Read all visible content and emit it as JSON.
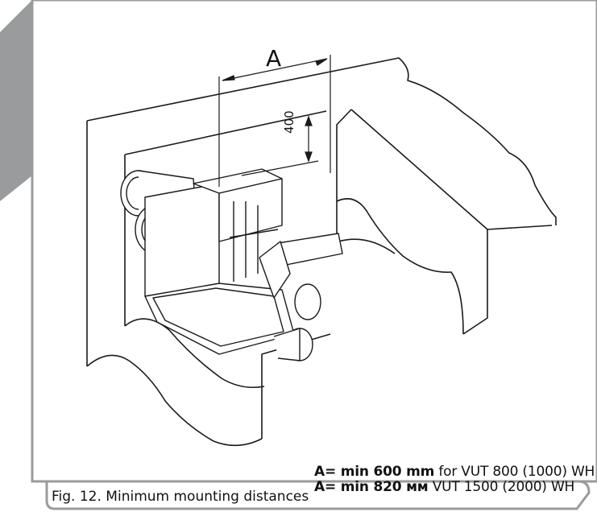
{
  "figure": {
    "dimension_a_label": "A",
    "dimension_400_label": "400",
    "note_1": {
      "bold": "A= min 600 mm",
      "rest": " for VUT 800 (1000) WH"
    },
    "note_2": {
      "bold": "A= min 820 мм",
      "rest": " VUT 1500 (2000) WH"
    },
    "caption": "Fig. 12. Minimum mounting distances"
  },
  "colors": {
    "frame_gray": "#9a9b9d",
    "line": "#1a1a1a",
    "background": "#ffffff"
  }
}
